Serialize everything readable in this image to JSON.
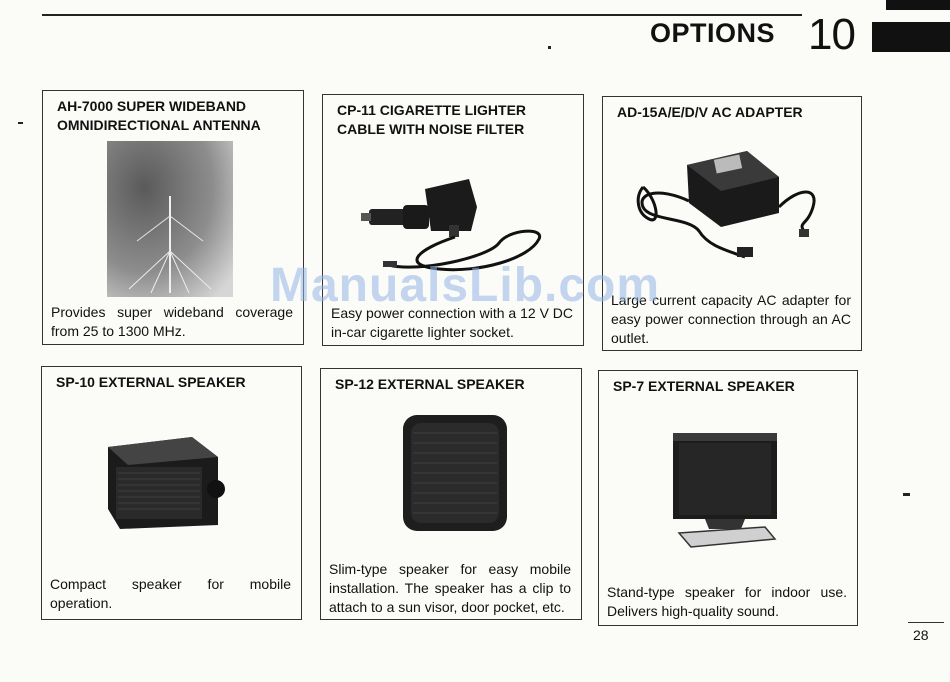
{
  "header": {
    "section_title": "OPTIONS",
    "chapter_number": "10"
  },
  "page_number": "28",
  "watermark": "ManualsLib.com",
  "options": [
    {
      "title": "AH-7000 SUPER WIDEBAND\nOMNIDIRECTIONAL ANTENNA",
      "description": "Provides super wideband coverage from 25 to 1300 MHz."
    },
    {
      "title": "CP-11 CIGARETTE LIGHTER\nCABLE WITH NOISE FILTER",
      "description": "Easy power connection with a 12 V DC in-car cigarette lighter socket."
    },
    {
      "title": "AD-15A/E/D/V AC ADAPTER",
      "description": "Large current capacity AC adapter for easy power connection through an AC outlet."
    },
    {
      "title": "SP-10 EXTERNAL SPEAKER",
      "description": "Compact speaker for mobile operation."
    },
    {
      "title": "SP-12 EXTERNAL SPEAKER",
      "description": "Slim-type speaker for easy mobile installation. The speaker has a clip to attach to a sun visor, door pocket, etc."
    },
    {
      "title": "SP-7 EXTERNAL SPEAKER",
      "description": "Stand-type speaker for indoor use. Delivers high-quality sound."
    }
  ]
}
